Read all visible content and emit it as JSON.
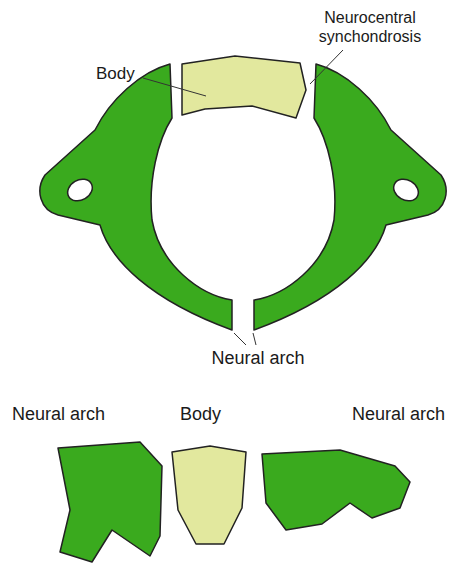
{
  "diagram": {
    "labels": [
      "Neurocentral synchondrosis",
      "Body",
      "Neural arch",
      "Neural arch",
      "Body",
      "Neural arch"
    ]
  }
}
